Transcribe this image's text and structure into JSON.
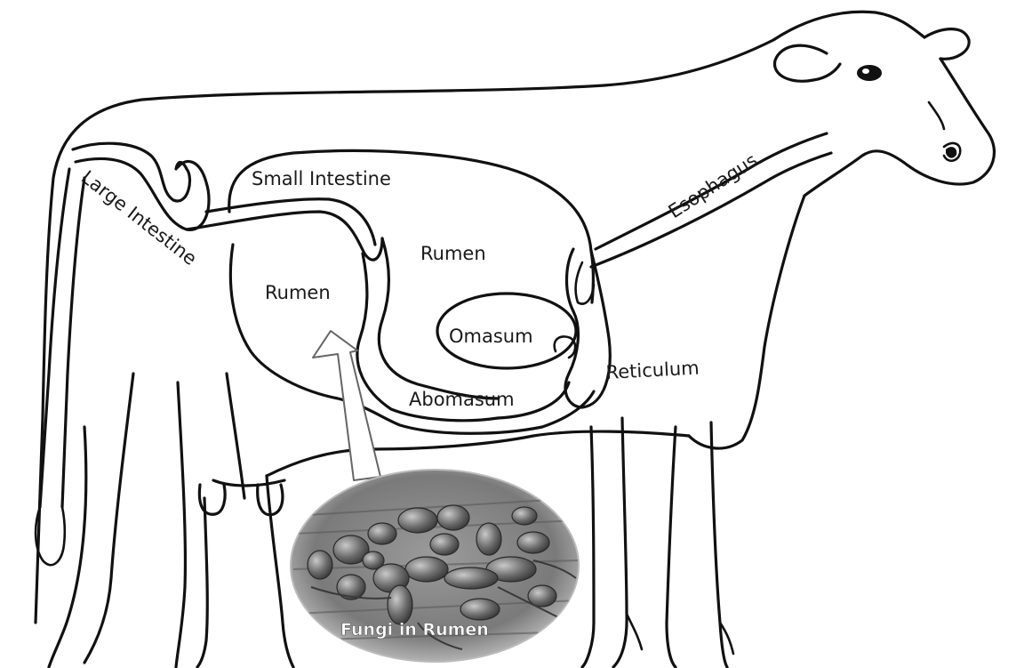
{
  "labels": {
    "small_intestine": "Small Intestine",
    "large_intestine": "Large Intestine",
    "esophagus": "Esophagus",
    "rumen_upper": "Rumen",
    "rumen_left": "Rumen",
    "omasum": "Omasum",
    "abomasum": "Abomasum",
    "reticulum": "Reticulum",
    "fungi": "Fungi in Rumen"
  },
  "colors": {
    "outline": "#111111",
    "background": "#ffffff",
    "micrograph_base": "#8a8a8a",
    "fungi_label": "#ffffff"
  }
}
